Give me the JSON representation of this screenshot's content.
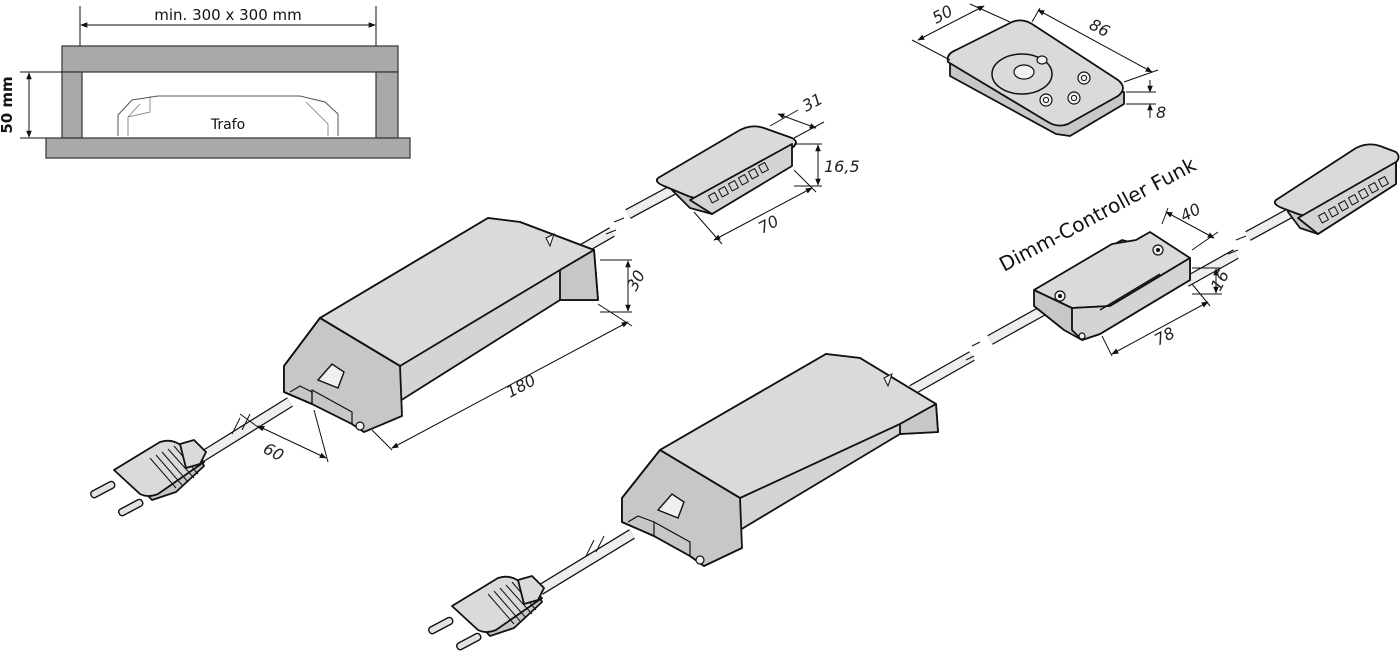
{
  "cutout_diagram": {
    "width_label": "min. 300 x 300 mm",
    "height_label": "50 mm",
    "trafo_label": "Trafo"
  },
  "dimensions": {
    "distributor_depth": "31",
    "distributor_height": "16,5",
    "distributor_length": "70",
    "trafo_height": "30",
    "trafo_length": "180",
    "trafo_cable_clearance": "60",
    "remote_width": "50",
    "remote_length": "86",
    "remote_thickness": "8",
    "dimmer_depth": "40",
    "dimmer_height": "16",
    "dimmer_length": "78"
  },
  "labels": {
    "dimmer_title": "Dimm-Controller Funk"
  }
}
